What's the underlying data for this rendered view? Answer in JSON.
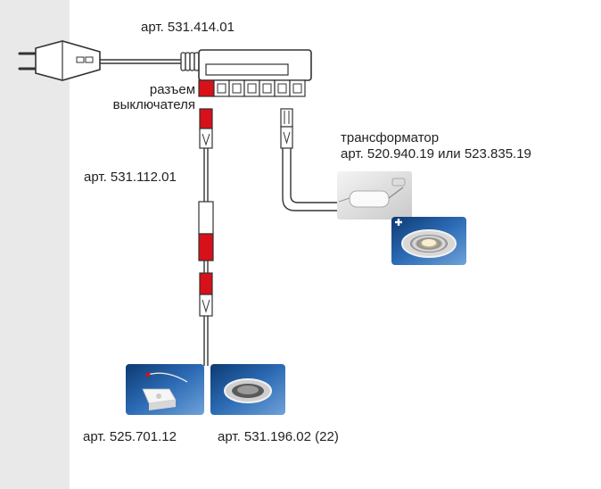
{
  "labels": {
    "junction_article": "арт. 531.414.01",
    "switch_connector_line1": "разъем",
    "switch_connector_line2": "выключателя",
    "cable_article": "арт. 531.112.01",
    "transformer_title": "трансформатор",
    "transformer_article": "арт. 520.940.19 или 523.835.19",
    "switch_article": "арт. 525.701.12",
    "spotlight_article": "арт. 531.196.02 (22)"
  },
  "colors": {
    "connector_red": "#d8101a",
    "background_band": "#e9e9e9",
    "photo_blue": "#1f5aa0"
  },
  "icons": {
    "plug": "euro-plug-icon",
    "plus": "plus-icon"
  }
}
